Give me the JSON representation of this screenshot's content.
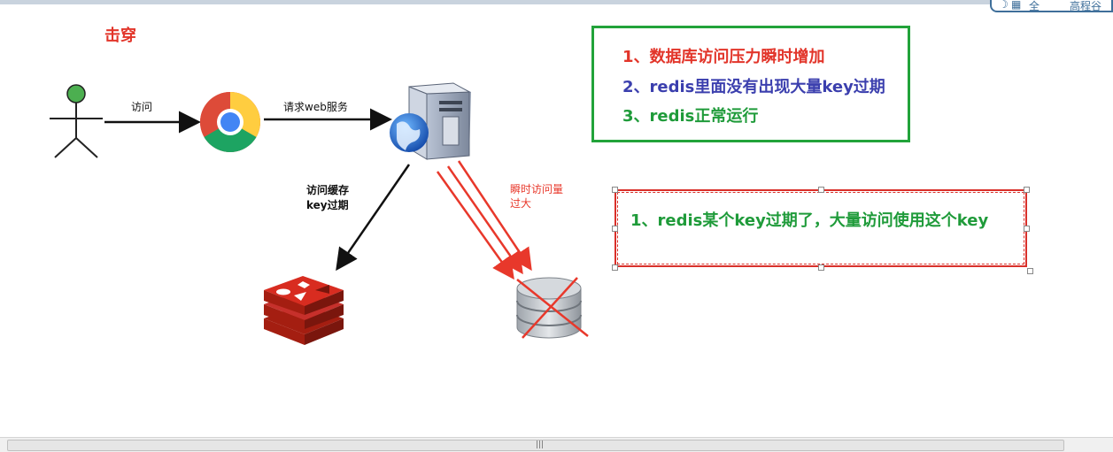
{
  "title": "击穿",
  "corner_tab": {
    "text1": "全",
    "text2": "高程谷"
  },
  "edges": {
    "visit": "访问",
    "request_web": "请求web服务",
    "cache_line1": "访问缓存",
    "cache_line2": "key过期",
    "burst_line1": "瞬时访问量",
    "burst_line2": "过大"
  },
  "green_box": {
    "items": [
      {
        "text": "1、数据库访问压力瞬时增加",
        "color": "#e2352a"
      },
      {
        "text": "2、redis里面没有出现大量key过期",
        "color": "#3b3fae"
      },
      {
        "text": "3、redis正常运行",
        "color": "#1f9b3a"
      }
    ]
  },
  "red_box": {
    "text": "1、redis某个key过期了，大量访问使用这个key"
  },
  "colors": {
    "accent_red": "#e2352a",
    "green": "#22a33a",
    "blue": "#3b3fae"
  }
}
